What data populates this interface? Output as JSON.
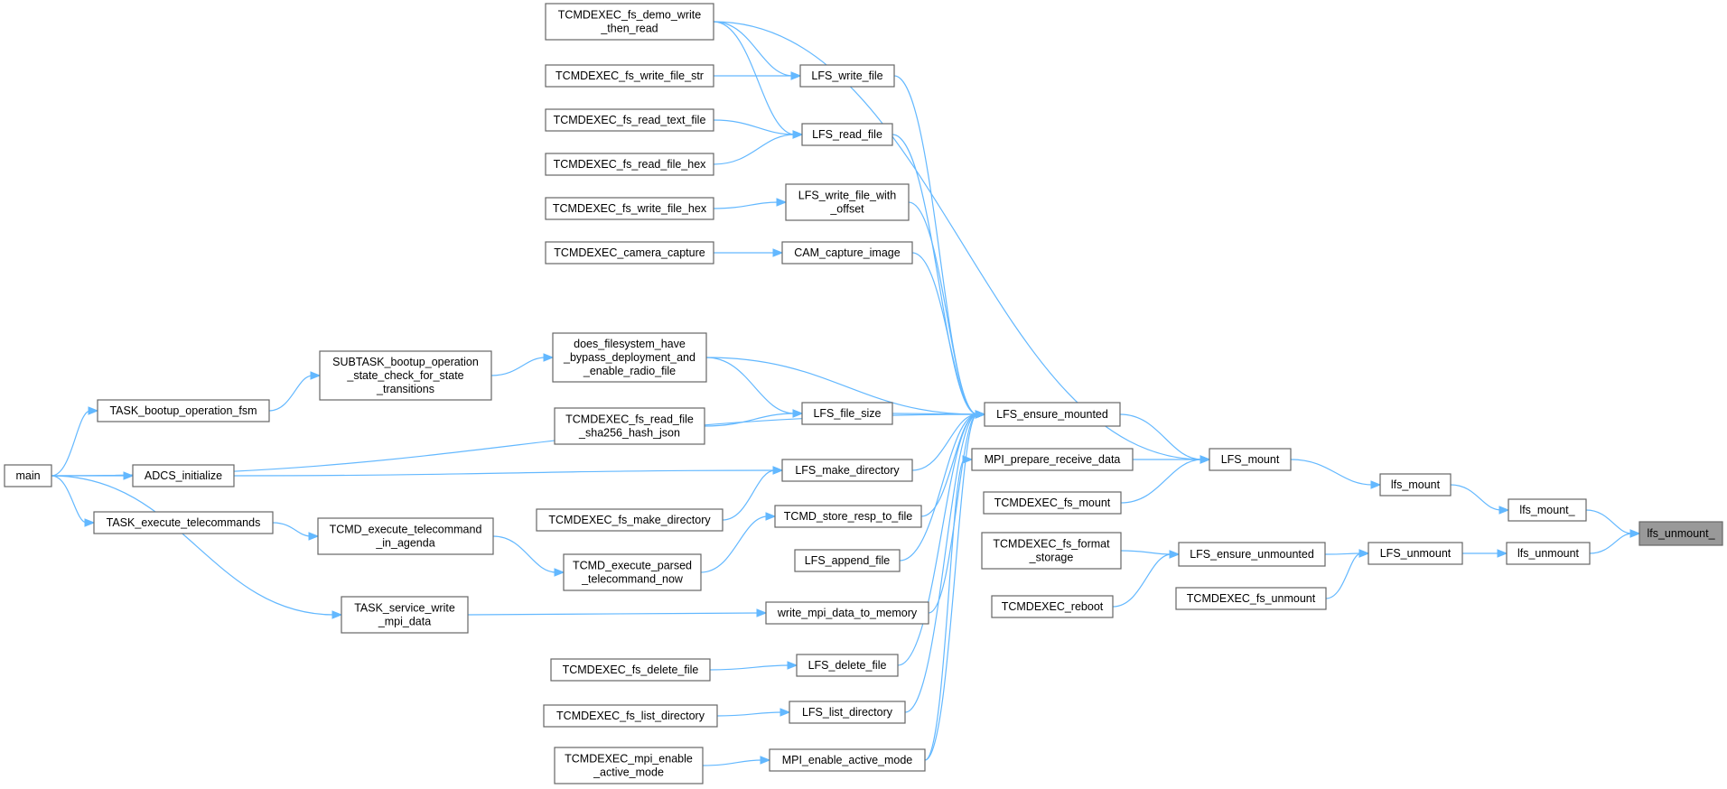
{
  "graph": {
    "title": "",
    "edge_color": "#63b8ff",
    "root_fill": "#999999",
    "nodes": [
      {
        "id": "lfs_unmount_",
        "lines": [
          "lfs_unmount_"
        ],
        "root": true
      },
      {
        "id": "lfs_mount_",
        "lines": [
          "lfs_mount_"
        ]
      },
      {
        "id": "lfs_unmount",
        "lines": [
          "lfs_unmount"
        ]
      },
      {
        "id": "lfs_mount",
        "lines": [
          "lfs_mount"
        ]
      },
      {
        "id": "LFS_unmount",
        "lines": [
          "LFS_unmount"
        ]
      },
      {
        "id": "LFS_mount",
        "lines": [
          "LFS_mount"
        ]
      },
      {
        "id": "LFS_ensure_unmounted",
        "lines": [
          "LFS_ensure_unmounted"
        ]
      },
      {
        "id": "TCMDEXEC_fs_unmount",
        "lines": [
          "TCMDEXEC_fs_unmount"
        ]
      },
      {
        "id": "LFS_ensure_mounted",
        "lines": [
          "LFS_ensure_mounted"
        ]
      },
      {
        "id": "MPI_prepare_receive_data",
        "lines": [
          "MPI_prepare_receive_data"
        ]
      },
      {
        "id": "TCMDEXEC_fs_mount",
        "lines": [
          "TCMDEXEC_fs_mount"
        ]
      },
      {
        "id": "TCMDEXEC_fs_format_storage",
        "lines": [
          "TCMDEXEC_fs_format",
          "_storage"
        ]
      },
      {
        "id": "TCMDEXEC_reboot",
        "lines": [
          "TCMDEXEC_reboot"
        ]
      },
      {
        "id": "TCMDEXEC_fs_demo_write_then_read",
        "lines": [
          "TCMDEXEC_fs_demo_write",
          "_then_read"
        ]
      },
      {
        "id": "LFS_write_file",
        "lines": [
          "LFS_write_file"
        ]
      },
      {
        "id": "TCMDEXEC_fs_write_file_str",
        "lines": [
          "TCMDEXEC_fs_write_file_str"
        ]
      },
      {
        "id": "LFS_read_file",
        "lines": [
          "LFS_read_file"
        ]
      },
      {
        "id": "TCMDEXEC_fs_read_text_file",
        "lines": [
          "TCMDEXEC_fs_read_text_file"
        ]
      },
      {
        "id": "TCMDEXEC_fs_read_file_hex",
        "lines": [
          "TCMDEXEC_fs_read_file_hex"
        ]
      },
      {
        "id": "LFS_write_file_with_offset",
        "lines": [
          "LFS_write_file_with",
          "_offset"
        ]
      },
      {
        "id": "TCMDEXEC_fs_write_file_hex",
        "lines": [
          "TCMDEXEC_fs_write_file_hex"
        ]
      },
      {
        "id": "CAM_capture_image",
        "lines": [
          "CAM_capture_image"
        ]
      },
      {
        "id": "TCMDEXEC_camera_capture",
        "lines": [
          "TCMDEXEC_camera_capture"
        ]
      },
      {
        "id": "does_filesystem_have",
        "lines": [
          "does_filesystem_have",
          "_bypass_deployment_and",
          "_enable_radio_file"
        ]
      },
      {
        "id": "SUBTASK_bootup",
        "lines": [
          "SUBTASK_bootup_operation",
          "_state_check_for_state",
          "_transitions"
        ]
      },
      {
        "id": "TASK_bootup_operation_fsm",
        "lines": [
          "TASK_bootup_operation_fsm"
        ]
      },
      {
        "id": "main",
        "lines": [
          "main"
        ]
      },
      {
        "id": "LFS_file_size",
        "lines": [
          "LFS_file_size"
        ]
      },
      {
        "id": "TCMDEXEC_fs_read_file_sha256",
        "lines": [
          "TCMDEXEC_fs_read_file",
          "_sha256_hash_json"
        ]
      },
      {
        "id": "ADCS_initialize",
        "lines": [
          "ADCS_initialize"
        ]
      },
      {
        "id": "LFS_make_directory",
        "lines": [
          "LFS_make_directory"
        ]
      },
      {
        "id": "TCMDEXEC_fs_make_directory",
        "lines": [
          "TCMDEXEC_fs_make_directory"
        ]
      },
      {
        "id": "TASK_execute_telecommands",
        "lines": [
          "TASK_execute_telecommands"
        ]
      },
      {
        "id": "TCMD_execute_telecommand_in_agenda",
        "lines": [
          "TCMD_execute_telecommand",
          "_in_agenda"
        ]
      },
      {
        "id": "TCMD_store_resp_to_file",
        "lines": [
          "TCMD_store_resp_to_file"
        ]
      },
      {
        "id": "TCMD_execute_parsed",
        "lines": [
          "TCMD_execute_parsed",
          "_telecommand_now"
        ]
      },
      {
        "id": "LFS_append_file",
        "lines": [
          "LFS_append_file"
        ]
      },
      {
        "id": "TASK_service_write_mpi_data",
        "lines": [
          "TASK_service_write",
          "_mpi_data"
        ]
      },
      {
        "id": "write_mpi_data_to_memory",
        "lines": [
          "write_mpi_data_to_memory"
        ]
      },
      {
        "id": "LFS_delete_file",
        "lines": [
          "LFS_delete_file"
        ]
      },
      {
        "id": "TCMDEXEC_fs_delete_file",
        "lines": [
          "TCMDEXEC_fs_delete_file"
        ]
      },
      {
        "id": "LFS_list_directory",
        "lines": [
          "LFS_list_directory"
        ]
      },
      {
        "id": "TCMDEXEC_fs_list_directory",
        "lines": [
          "TCMDEXEC_fs_list_directory"
        ]
      },
      {
        "id": "MPI_enable_active_mode",
        "lines": [
          "MPI_enable_active_mode"
        ]
      },
      {
        "id": "TCMDEXEC_mpi_enable_active_mode",
        "lines": [
          "TCMDEXEC_mpi_enable",
          "_active_mode"
        ]
      }
    ],
    "edges": [
      [
        "lfs_mount_",
        "lfs_unmount_"
      ],
      [
        "lfs_unmount",
        "lfs_unmount_"
      ],
      [
        "lfs_mount",
        "lfs_mount_"
      ],
      [
        "LFS_unmount",
        "lfs_unmount"
      ],
      [
        "LFS_mount",
        "lfs_mount"
      ],
      [
        "LFS_ensure_unmounted",
        "LFS_unmount"
      ],
      [
        "TCMDEXEC_fs_unmount",
        "LFS_unmount"
      ],
      [
        "LFS_ensure_mounted",
        "LFS_mount"
      ],
      [
        "MPI_prepare_receive_data",
        "LFS_mount"
      ],
      [
        "TCMDEXEC_fs_mount",
        "LFS_mount"
      ],
      [
        "TCMDEXEC_fs_demo_write_then_read",
        "LFS_mount"
      ],
      [
        "TCMDEXEC_fs_format_storage",
        "LFS_ensure_unmounted"
      ],
      [
        "TCMDEXEC_reboot",
        "LFS_ensure_unmounted"
      ],
      [
        "LFS_write_file",
        "LFS_ensure_mounted"
      ],
      [
        "LFS_read_file",
        "LFS_ensure_mounted"
      ],
      [
        "LFS_write_file_with_offset",
        "LFS_ensure_mounted"
      ],
      [
        "CAM_capture_image",
        "LFS_ensure_mounted"
      ],
      [
        "does_filesystem_have",
        "LFS_ensure_mounted"
      ],
      [
        "LFS_file_size",
        "LFS_ensure_mounted"
      ],
      [
        "LFS_make_directory",
        "LFS_ensure_mounted"
      ],
      [
        "TCMD_store_resp_to_file",
        "LFS_ensure_mounted"
      ],
      [
        "LFS_append_file",
        "LFS_ensure_mounted"
      ],
      [
        "write_mpi_data_to_memory",
        "LFS_ensure_mounted"
      ],
      [
        "LFS_delete_file",
        "LFS_ensure_mounted"
      ],
      [
        "LFS_list_directory",
        "LFS_ensure_mounted"
      ],
      [
        "MPI_enable_active_mode",
        "LFS_ensure_mounted"
      ],
      [
        "main",
        "LFS_ensure_mounted"
      ],
      [
        "TCMDEXEC_fs_demo_write_then_read",
        "LFS_write_file"
      ],
      [
        "TCMDEXEC_fs_write_file_str",
        "LFS_write_file"
      ],
      [
        "TCMDEXEC_fs_demo_write_then_read",
        "LFS_read_file"
      ],
      [
        "TCMDEXEC_fs_read_text_file",
        "LFS_read_file"
      ],
      [
        "TCMDEXEC_fs_read_file_hex",
        "LFS_read_file"
      ],
      [
        "TCMDEXEC_fs_write_file_hex",
        "LFS_write_file_with_offset"
      ],
      [
        "TCMDEXEC_camera_capture",
        "CAM_capture_image"
      ],
      [
        "SUBTASK_bootup",
        "does_filesystem_have"
      ],
      [
        "does_filesystem_have",
        "LFS_file_size"
      ],
      [
        "TASK_bootup_operation_fsm",
        "SUBTASK_bootup"
      ],
      [
        "main",
        "TASK_bootup_operation_fsm"
      ],
      [
        "TCMDEXEC_fs_read_file_sha256",
        "LFS_file_size"
      ],
      [
        "main",
        "ADCS_initialize"
      ],
      [
        "ADCS_initialize",
        "LFS_make_directory"
      ],
      [
        "TCMDEXEC_fs_make_directory",
        "LFS_make_directory"
      ],
      [
        "main",
        "TASK_execute_telecommands"
      ],
      [
        "TASK_execute_telecommands",
        "TCMD_execute_telecommand_in_agenda"
      ],
      [
        "TCMD_execute_telecommand_in_agenda",
        "TCMD_execute_parsed"
      ],
      [
        "TCMD_execute_parsed",
        "TCMD_store_resp_to_file"
      ],
      [
        "main",
        "TASK_service_write_mpi_data"
      ],
      [
        "TASK_service_write_mpi_data",
        "write_mpi_data_to_memory"
      ],
      [
        "TCMDEXEC_fs_delete_file",
        "LFS_delete_file"
      ],
      [
        "TCMDEXEC_fs_list_directory",
        "LFS_list_directory"
      ],
      [
        "TCMDEXEC_mpi_enable_active_mode",
        "MPI_enable_active_mode"
      ],
      [
        "MPI_enable_active_mode",
        "MPI_prepare_receive_data"
      ]
    ]
  }
}
